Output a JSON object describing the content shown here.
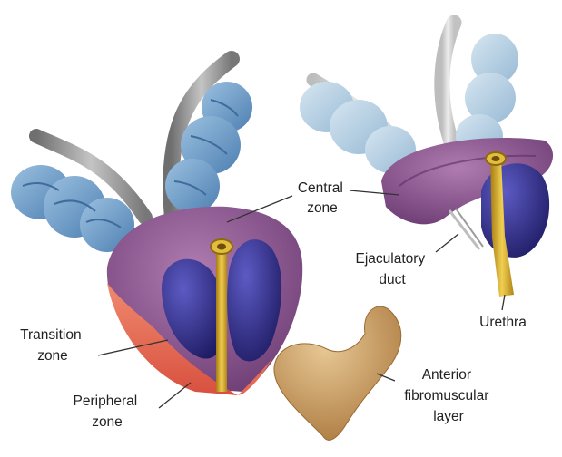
{
  "labels": {
    "central_zone": [
      "Central",
      "zone"
    ],
    "ejaculatory_duct": [
      "Ejaculatory",
      "duct"
    ],
    "urethra": [
      "Urethra"
    ],
    "transition_zone": [
      "Transition",
      "zone"
    ],
    "peripheral_zone": [
      "Peripheral",
      "zone"
    ],
    "anterior_fibromuscular": [
      "Anterior",
      "fibromuscular",
      "layer"
    ]
  },
  "colors": {
    "seminal_vesicle": "#6f9cc8",
    "seminal_vesicle_faded": "#a9c6dd",
    "vas_deferens": "#8c8c8c",
    "central_zone": "#8a4f8c",
    "transition_zone": "#2e2a86",
    "peripheral_zone": "#e46a55",
    "urethra": "#d2a62a",
    "fibromuscular": "#c79a5d",
    "label_text": "#222222",
    "leader_line": "#333333"
  }
}
